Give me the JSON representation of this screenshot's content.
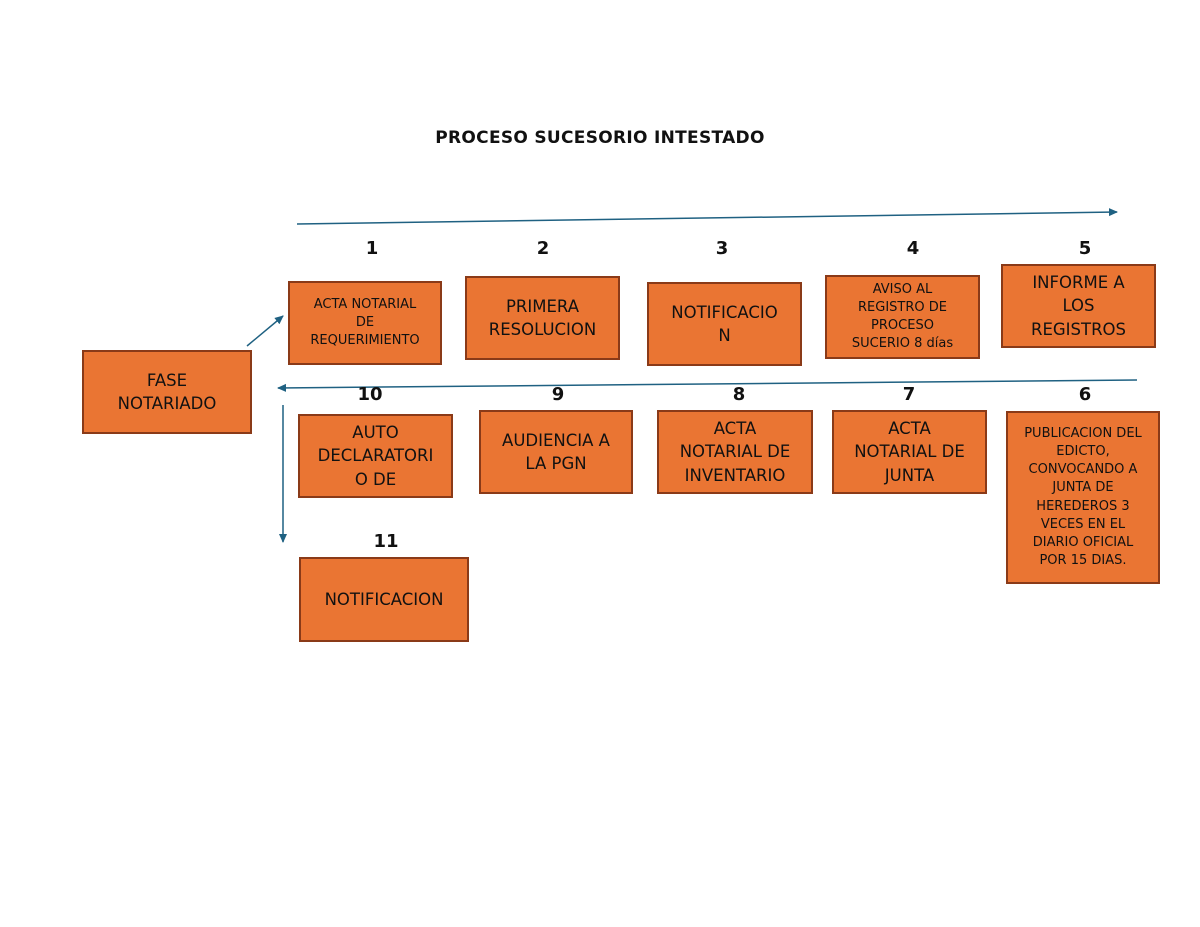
{
  "title": "PROCESO SUCESORIO INTESTADO",
  "colors": {
    "box_fill": "#ea7533",
    "box_border": "#8a3a18",
    "arrow": "#1f6182"
  },
  "start": {
    "label": "FASE\nNOTARIADO"
  },
  "steps": [
    {
      "num": "1",
      "label": "ACTA NOTARIAL\nDE\nREQUERIMIENTO"
    },
    {
      "num": "2",
      "label": "PRIMERA\nRESOLUCION"
    },
    {
      "num": "3",
      "label": "NOTIFICACIO\nN"
    },
    {
      "num": "4",
      "label": "AVISO AL\nREGISTRO DE\nPROCESO\nSUCERIO 8 días"
    },
    {
      "num": "5",
      "label": "INFORME A\nLOS\nREGISTROS"
    },
    {
      "num": "6",
      "label": "PUBLICACION DEL\nEDICTO,\nCONVOCANDO A\nJUNTA DE\nHEREDEROS 3\nVECES EN EL\nDIARIO OFICIAL\nPOR 15 DIAS."
    },
    {
      "num": "7",
      "label": "ACTA\nNOTARIAL DE\nJUNTA"
    },
    {
      "num": "8",
      "label": "ACTA\nNOTARIAL DE\nINVENTARIO"
    },
    {
      "num": "9",
      "label": "AUDIENCIA A\nLA PGN"
    },
    {
      "num": "10",
      "label": "AUTO\nDECLARATORI\nO DE"
    },
    {
      "num": "11",
      "label": "NOTIFICACION"
    }
  ]
}
